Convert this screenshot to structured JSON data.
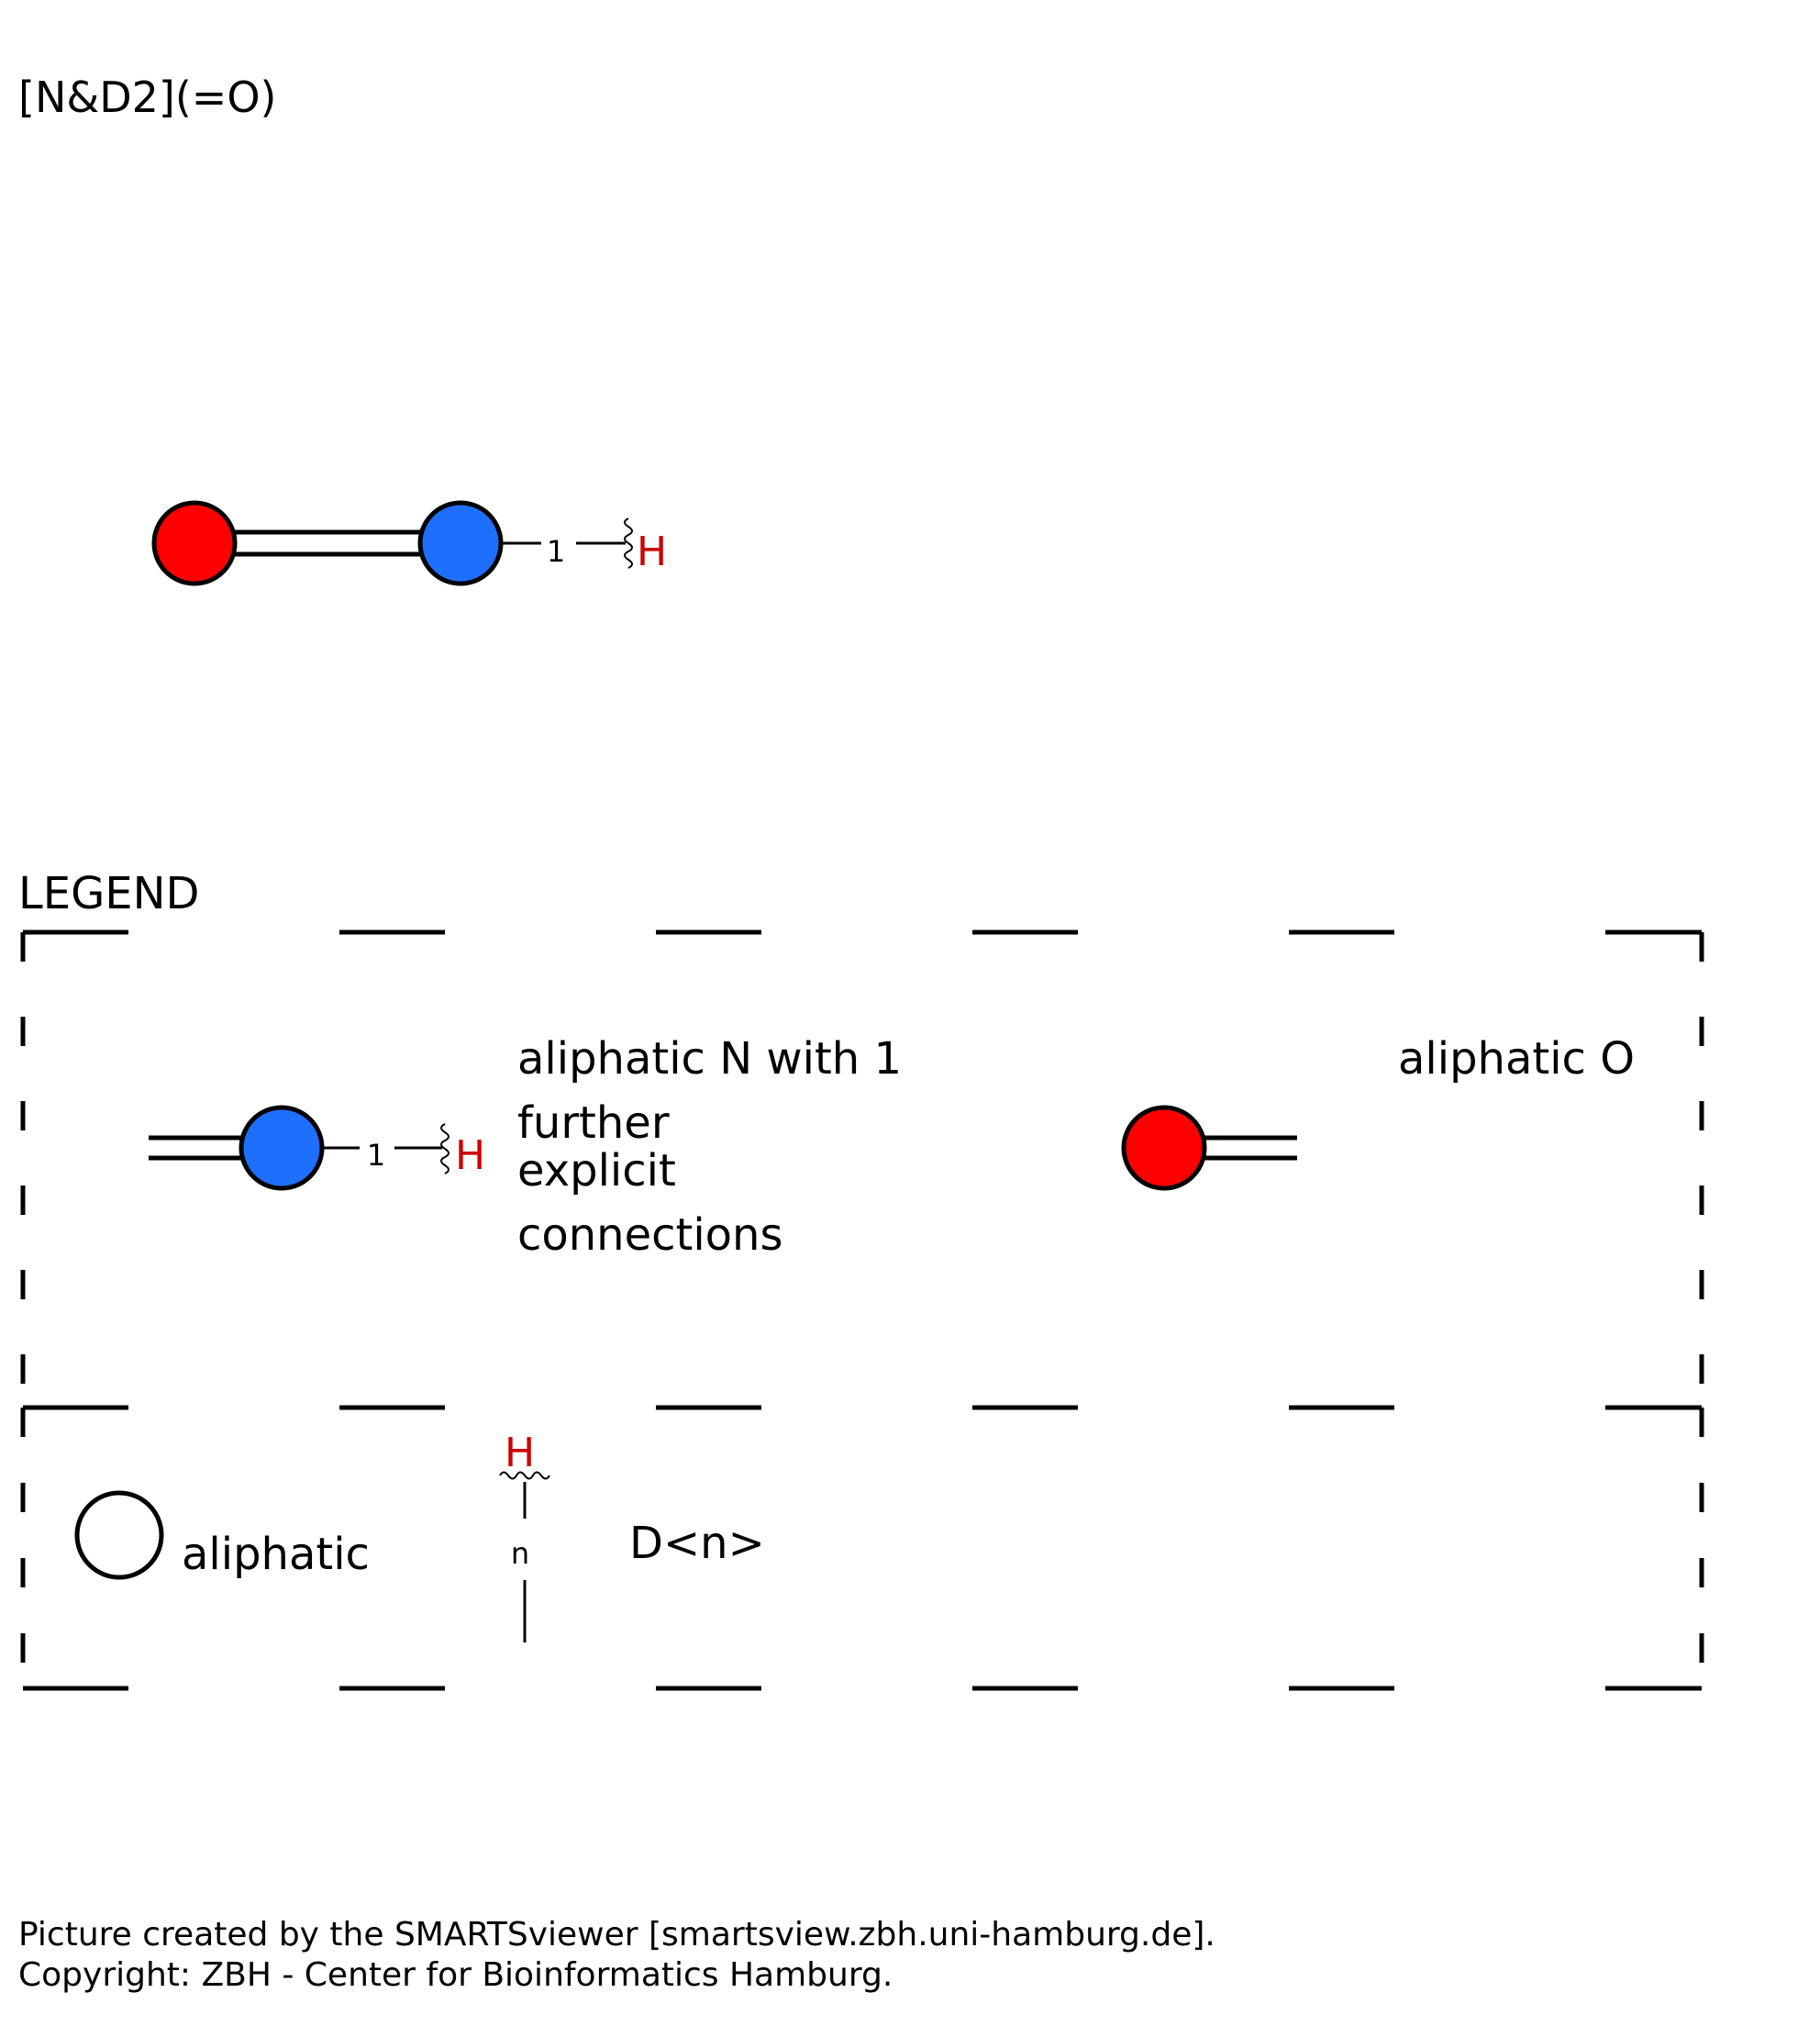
{
  "smarts": "[N&D2](=O)",
  "molecule": {
    "atoms": [
      {
        "element": "O",
        "kind": "aliphatic",
        "color": "#ff0000"
      },
      {
        "element": "N",
        "kind": "aliphatic",
        "color": "#1f6fff"
      }
    ],
    "bond": "double",
    "connection_count_label": "1",
    "hydrogen_label": "H"
  },
  "legend": {
    "title": "LEGEND",
    "entries": [
      {
        "lines": [
          "aliphatic N with 1",
          "further",
          "explicit",
          "connections"
        ],
        "count_label": "1",
        "hydrogen_label": "H",
        "color": "#1f6fff"
      },
      {
        "lines": [
          "aliphatic O"
        ],
        "color": "#ff0000"
      },
      {
        "lines": [
          "aliphatic"
        ]
      },
      {
        "lines": [
          "D<n>"
        ],
        "count_label": "n",
        "hydrogen_label": "H"
      }
    ]
  },
  "footer": {
    "line1": "Picture created by the SMARTSviewer [smartsview.zbh.uni-hamburg.de].",
    "line2": "Copyright: ZBH - Center for Bioinformatics Hamburg."
  }
}
